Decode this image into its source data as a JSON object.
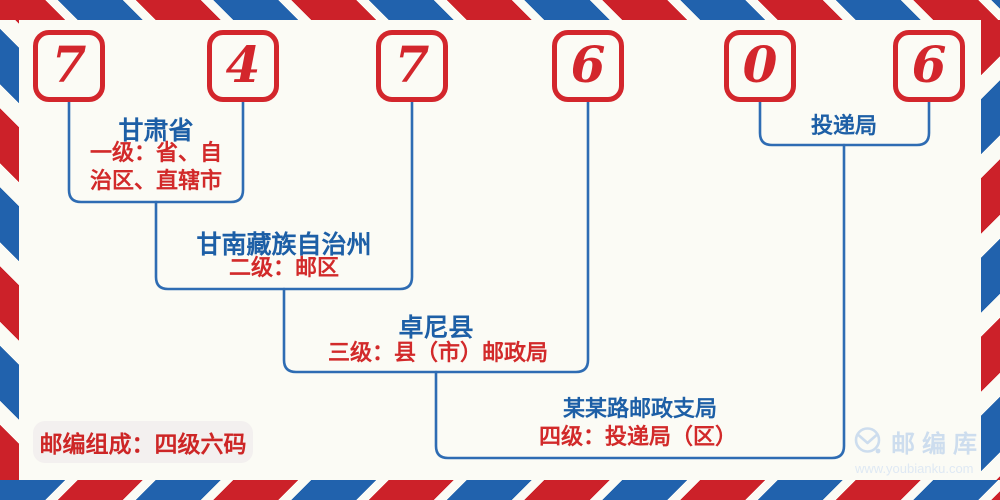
{
  "postal_code": {
    "digits": [
      "7",
      "4",
      "7",
      "6",
      "0",
      "6"
    ]
  },
  "annotations": {
    "level1": {
      "name": "甘肃省",
      "desc_line1": "一级：省、自",
      "desc_line2": "治区、直辖市"
    },
    "level2": {
      "name": "甘南藏族自治州",
      "desc": "二级：邮区"
    },
    "level3": {
      "name": "卓尼县",
      "desc": "三级：县（市）邮政局"
    },
    "level4": {
      "name": "某某路邮政支局",
      "desc": "四级：投递局（区）"
    },
    "delivery": {
      "name": "投递局"
    }
  },
  "footer": {
    "composition_label": "邮编组成：四级六码"
  },
  "branding": {
    "site_name": "邮编库",
    "site_url": "www.youbianku.com",
    "icon": "envelope-circle-icon"
  },
  "colors": {
    "stripe_red": "#cc2129",
    "stripe_blue": "#2162ad",
    "digit_red": "#d3262c",
    "label_blue": "#1d5fa6",
    "label_red": "#d22a2a",
    "line_blue": "#2e6cb3",
    "badge_bg": "#f3f0ef",
    "background": "#fbfbf5",
    "watermark_blue": "#cdddee"
  }
}
